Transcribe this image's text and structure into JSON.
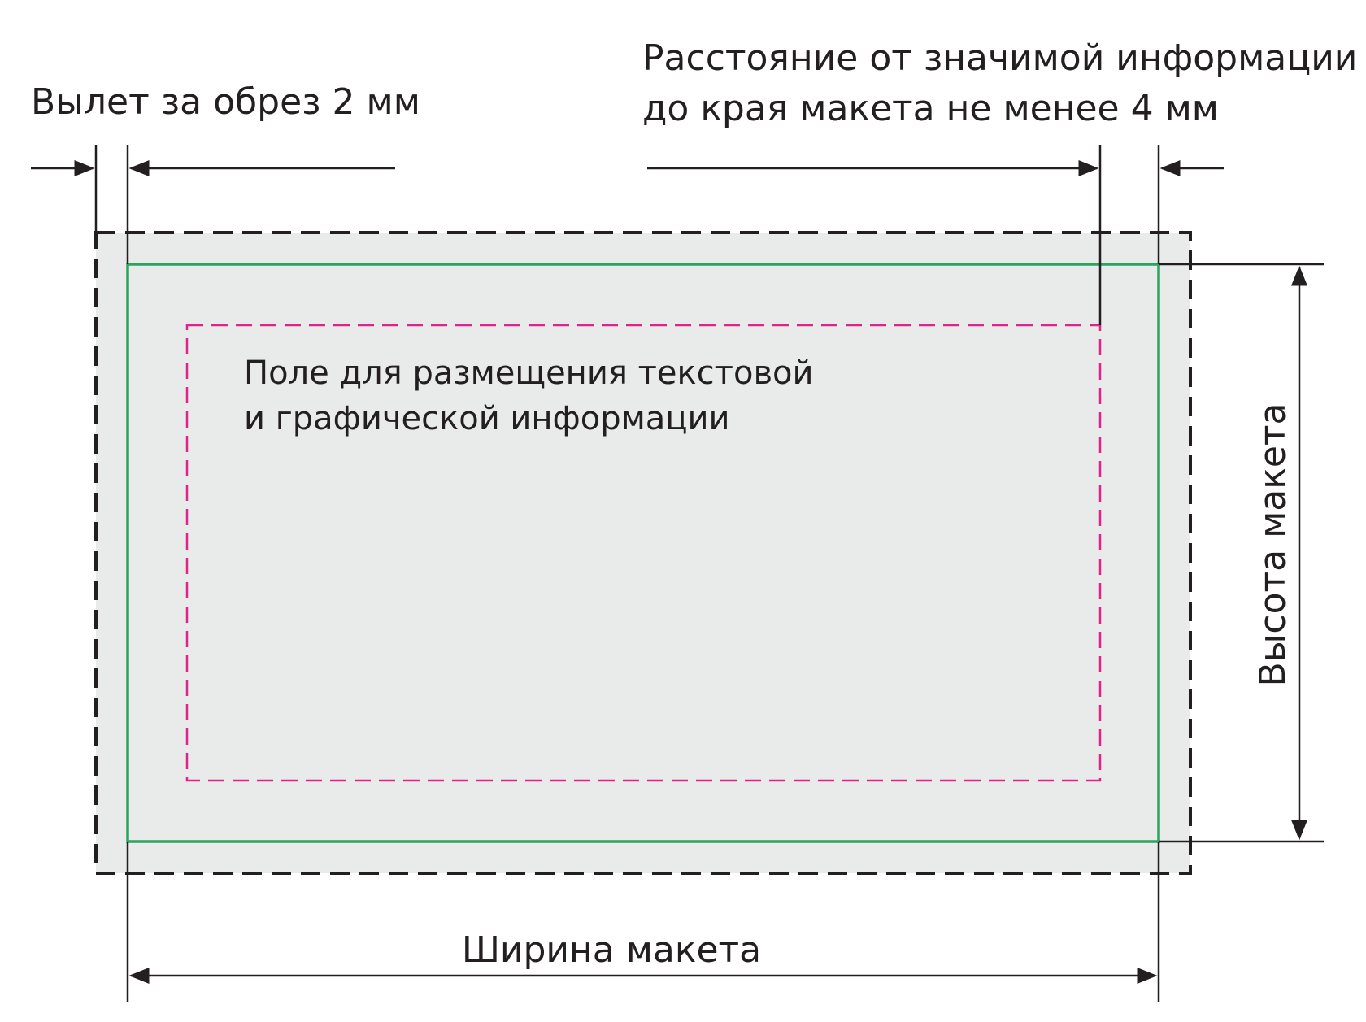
{
  "labels": {
    "bleel": "Вылет за обрез 2 мм",
    "safe_line1": "Расстояние от значимой информации",
    "safe_line2": "до края макета не менее 4 мм",
    "field_line1": "Поле для размещения текстовой",
    "field_line2": "и графической информации",
    "height": "Высота макета",
    "width": "Ширина макета"
  },
  "colors": {
    "background": "#ffffff",
    "fill": "#e9eaea",
    "bleed_line": "#231f20",
    "trim_line": "#2aa55d",
    "safe_line": "#e0238b",
    "dimension_line": "#231f20"
  }
}
